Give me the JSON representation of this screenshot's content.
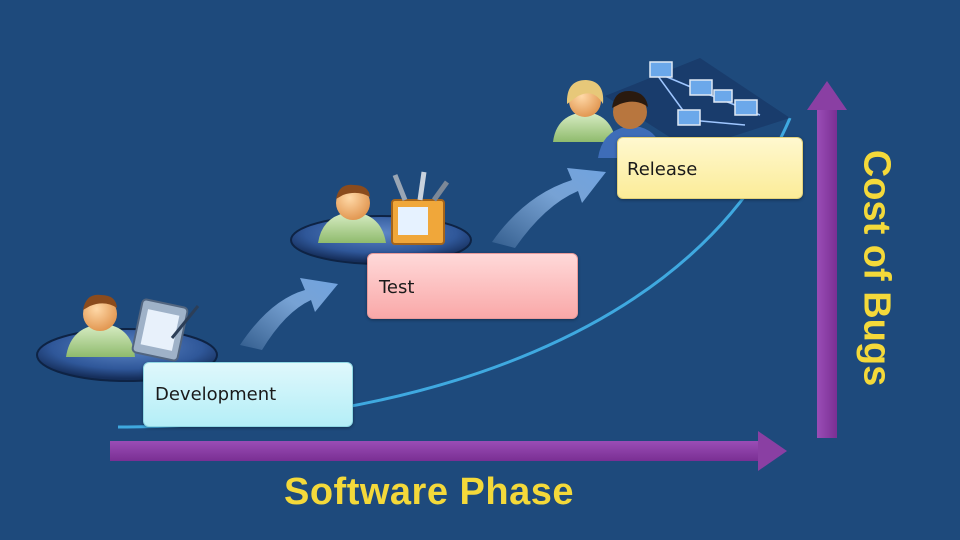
{
  "phases": [
    {
      "label": "Development"
    },
    {
      "label": "Test"
    },
    {
      "label": "Release"
    }
  ],
  "axes": {
    "x_label": "Software Phase",
    "y_label": "Cost of Bugs",
    "arrow_color": "#8a3fa3",
    "label_color": "#f4d93a"
  },
  "curve": {
    "color": "#3fa9e0",
    "shape": "exponential"
  },
  "icons": [
    "person-icon",
    "clipboard-icon",
    "toolbox-icon",
    "network-icon",
    "step-arrow-icon"
  ],
  "colors": {
    "background": "#1e4a7c",
    "development_box": "#b4eef7",
    "test_box": "#f9a8a8",
    "release_box": "#fbec98"
  }
}
